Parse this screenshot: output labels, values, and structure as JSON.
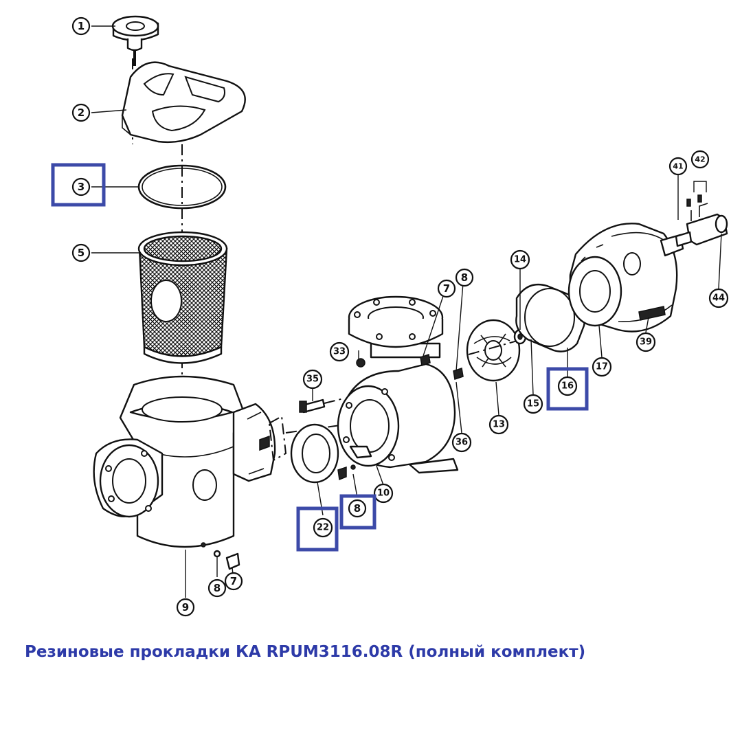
{
  "caption": "Резиновые прокладки КА RPUM3116.08R (полный комплект)",
  "highlight_color": "#3c4aa8",
  "caption_color": "#2d3aa8",
  "callouts": {
    "c1": "1",
    "c2": "2",
    "c3": "3",
    "c5": "5",
    "c9": "9",
    "c8a": "8",
    "c7a": "7",
    "c35": "35",
    "c33": "33",
    "c22": "22",
    "c8b": "8",
    "c10": "10",
    "c7b": "7",
    "c8c": "8",
    "c36": "36",
    "c13": "13",
    "c14": "14",
    "c15": "15",
    "c16": "16",
    "c17": "17",
    "c39": "39",
    "c41": "41",
    "c42": "42",
    "c44": "44"
  },
  "highlighted": [
    "3",
    "22",
    "8",
    "16"
  ]
}
